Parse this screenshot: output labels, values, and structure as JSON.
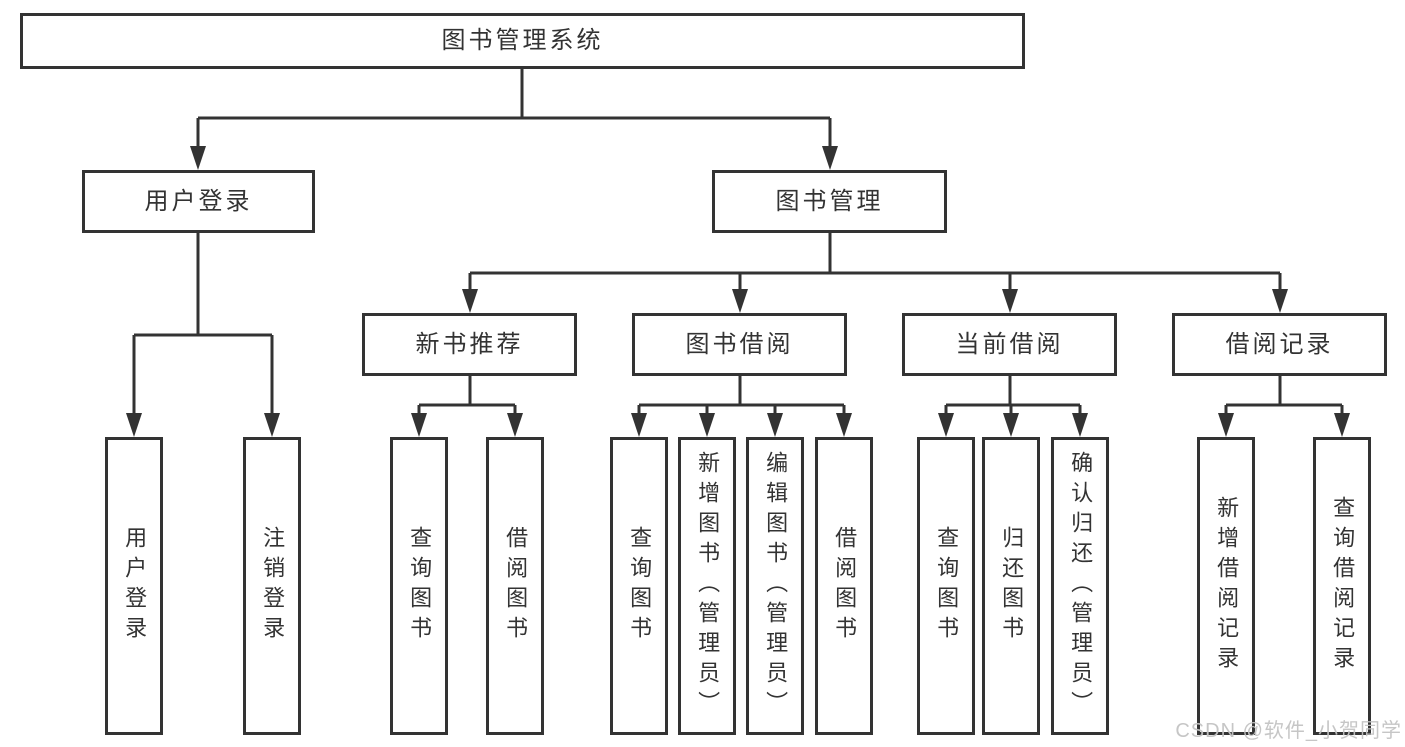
{
  "diagram": {
    "root": {
      "label": "图书管理系统"
    },
    "branches": [
      {
        "label": "用户登录",
        "children": [
          {
            "label": "用户登录"
          },
          {
            "label": "注销登录"
          }
        ]
      },
      {
        "label": "图书管理",
        "children": [
          {
            "label": "新书推荐",
            "children": [
              {
                "label": "查询图书"
              },
              {
                "label": "借阅图书"
              }
            ]
          },
          {
            "label": "图书借阅",
            "children": [
              {
                "label": "查询图书"
              },
              {
                "label": "新增图书（管理员）"
              },
              {
                "label": "编辑图书（管理员）"
              },
              {
                "label": "借阅图书"
              }
            ]
          },
          {
            "label": "当前借阅",
            "children": [
              {
                "label": "查询图书"
              },
              {
                "label": "归还图书"
              },
              {
                "label": "确认归还（管理员）"
              }
            ]
          },
          {
            "label": "借阅记录",
            "children": [
              {
                "label": "新增借阅记录"
              },
              {
                "label": "查询借阅记录"
              }
            ]
          }
        ]
      }
    ]
  },
  "watermark": {
    "text": "CSDN @软件_小贺同学"
  },
  "colors": {
    "line": "#333333",
    "box_border": "#333333",
    "text": "#333333",
    "watermark": "#c3c3c3",
    "background": "#ffffff"
  }
}
